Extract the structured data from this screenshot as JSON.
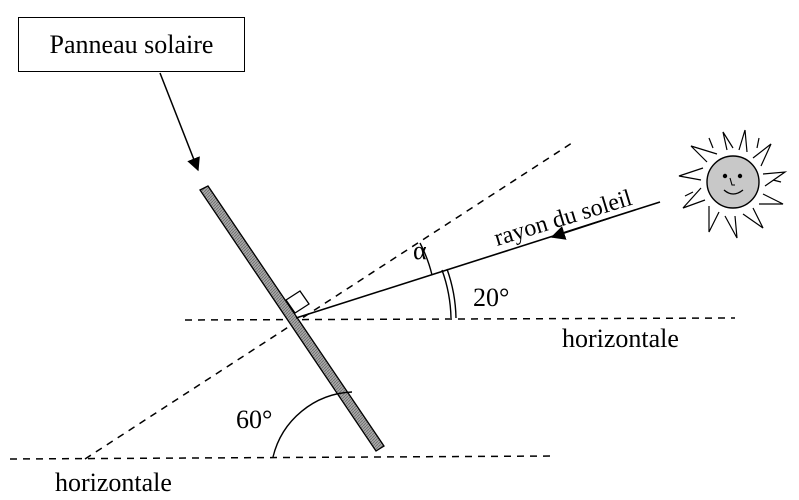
{
  "labels": {
    "panel": "Panneau solaire",
    "ray": "rayon du soleil",
    "alpha": "α",
    "angle_ray": "20°",
    "angle_panel": "60°",
    "horizontal_right": "horizontale",
    "horizontal_bottom": "horizontale"
  },
  "colors": {
    "ink": "#000000",
    "panel_fill": "#9a9a9a",
    "sun_fill": "#c8c8c8"
  },
  "icons": {
    "sun": "sun-with-face-icon"
  }
}
